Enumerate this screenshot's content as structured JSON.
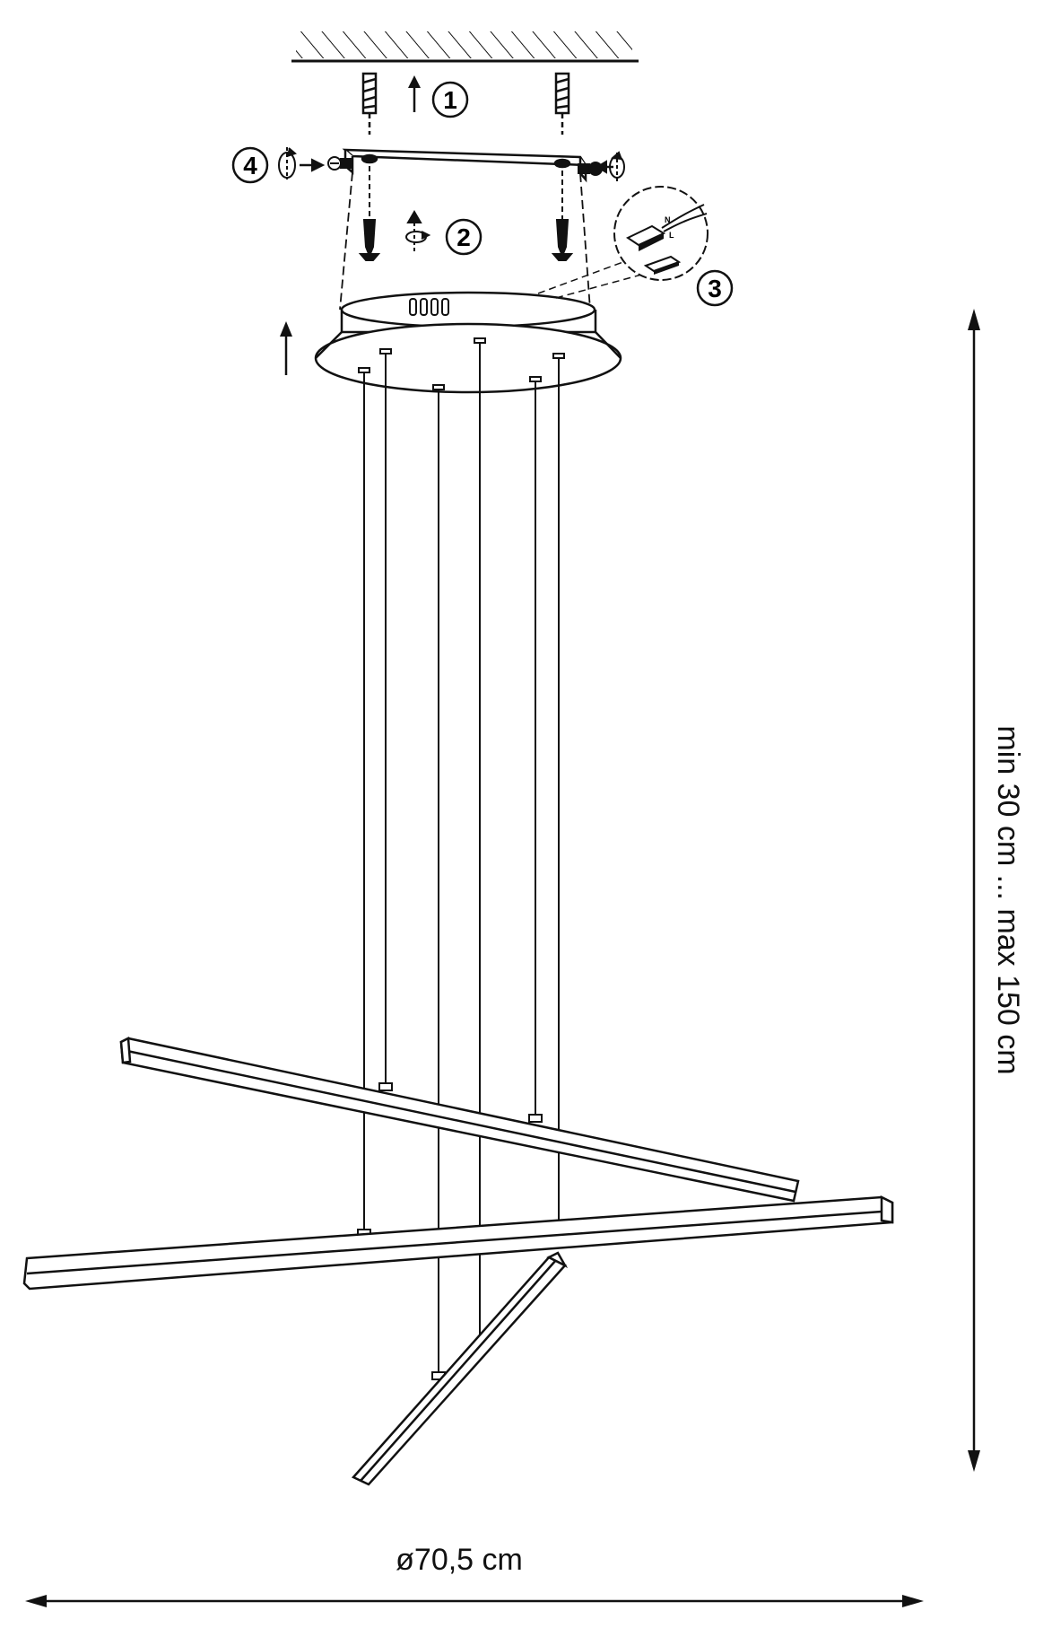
{
  "steps": [
    {
      "label": "1"
    },
    {
      "label": "2"
    },
    {
      "label": "3"
    },
    {
      "label": "4"
    }
  ],
  "dimensions": {
    "height_label": "min 30 cm ... max 150 cm",
    "width_label": "ø70,5 cm"
  },
  "connector_marks": {
    "n": "N",
    "l": "L"
  },
  "colors": {
    "line": "#111111",
    "background": "#ffffff"
  }
}
